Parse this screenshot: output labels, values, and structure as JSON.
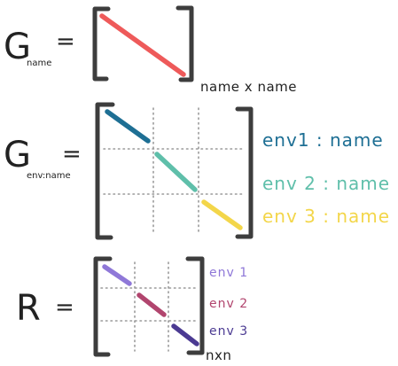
{
  "colors": {
    "red": "#ee5a5a",
    "env1": "#1e6f94",
    "env2": "#5fbfaa",
    "env3": "#f3d64a",
    "r_env1": "#8f78d8",
    "r_env2": "#b1456e",
    "r_env3": "#4b3a92"
  },
  "top": {
    "symbol": "G",
    "subscript": "name",
    "equals": "=",
    "dim_label": "name x name"
  },
  "middle": {
    "symbol": "G",
    "subscript": "env:name",
    "equals": "=",
    "labels": [
      "env1 : name",
      "env 2 : name",
      "env 3 : name"
    ]
  },
  "bottom": {
    "symbol": "R",
    "equals": "=",
    "labels": [
      "env 1",
      "env 2",
      "env 3"
    ],
    "dim_label": "nxn"
  }
}
